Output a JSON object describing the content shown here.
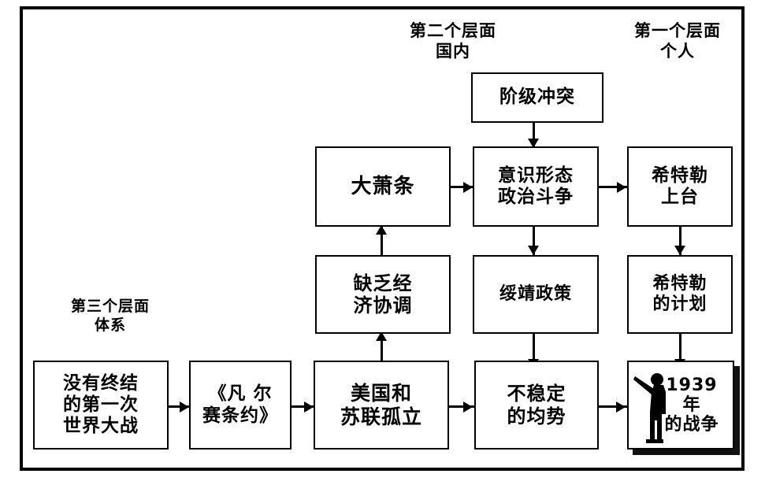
{
  "diagram": {
    "title_levels": {
      "level_one": "第一个层面\n个人",
      "level_two": "第二个层面\n国内",
      "level_three": "第三个层面\n体系"
    },
    "nodes": {
      "class_conflict": "阶级冲突",
      "great_depression": "大萧条",
      "ideological_struggle": "意识形态\n政治斗争",
      "hitler_rise": "希特勒\n上台",
      "lack_econ_coord": "缺乏经\n济协调",
      "appeasement": "绥靖政策",
      "hitler_plan": "希特勒\n的计划",
      "unfinished_ww1": "没有终结\n的第一次\n世界大战",
      "versailles": "《凡 尔\n赛条约》",
      "us_ussr_isolation": "美国和\n苏联孤立",
      "unstable_balance": "不稳定\n的均势",
      "war_1939": "1939年\n的战争"
    },
    "icons": {
      "soldier": "soldier-silhouette-icon"
    },
    "colors": {
      "line": "#000000",
      "background": "#ffffff",
      "shadow": "#111111"
    }
  }
}
